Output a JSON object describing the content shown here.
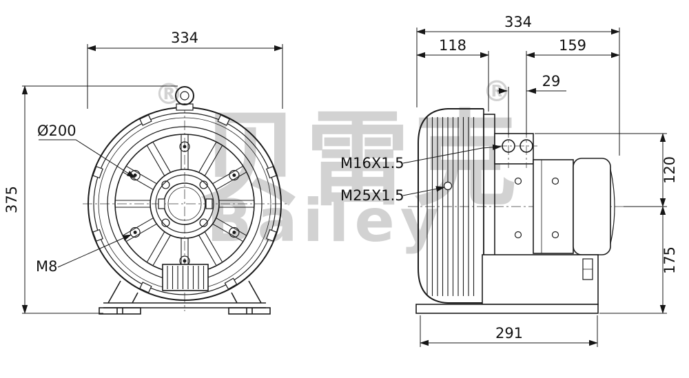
{
  "watermark": {
    "cn_text": "贝雷克",
    "en_text": "Bailey",
    "registered_mark_left": "®",
    "registered_mark_right": "®"
  },
  "front_view": {
    "width_dim": "334",
    "height_dim": "375",
    "bore_label": "Ø200",
    "thread_label": "M8"
  },
  "side_view": {
    "overall_width_dim": "334",
    "housing_width_dim": "118",
    "motor_width_dim": "159",
    "gland_spacing_dim": "29",
    "upper_height_dim": "120",
    "lower_height_dim": "175",
    "base_width_dim": "291",
    "gland1_label": "M16X1.5",
    "gland2_label": "M25X1.5"
  },
  "colors": {
    "line": "#1a1a1a",
    "dimension": "#161616",
    "watermark": "#d2d2d2",
    "background": "#ffffff"
  }
}
